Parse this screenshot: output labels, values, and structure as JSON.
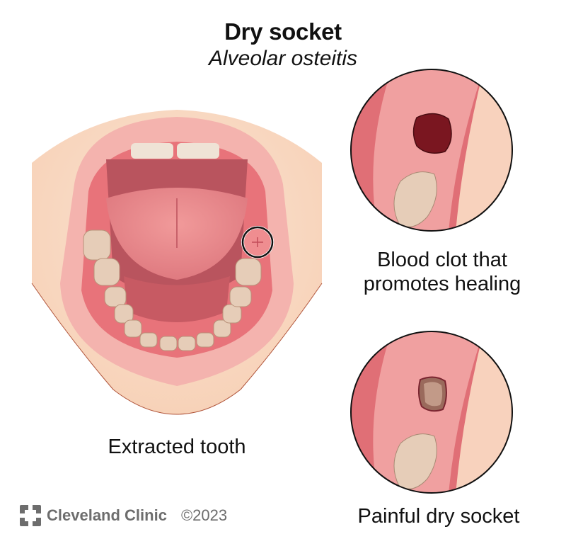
{
  "header": {
    "title": "Dry socket",
    "subtitle": "Alveolar osteitis"
  },
  "main_illustration": {
    "label": "Extracted tooth",
    "icon": "open-mouth-illustration"
  },
  "insets": [
    {
      "label_line1": "Blood clot that",
      "label_line2": "promotes healing",
      "icon": "blood-clot-socket-illustration"
    },
    {
      "label": "Painful dry socket",
      "icon": "dry-socket-illustration"
    }
  ],
  "footer": {
    "brand": "Cleveland Clinic",
    "copyright": "©2023",
    "logo_icon": "cleveland-clinic-logo"
  },
  "colors": {
    "gum": "#e8737a",
    "tissue_light": "#f3a3a3",
    "skin": "#f8d4bd",
    "tooth": "#e6cdb8",
    "clot": "#7a1620",
    "logo_gray": "#6d6d6d"
  }
}
